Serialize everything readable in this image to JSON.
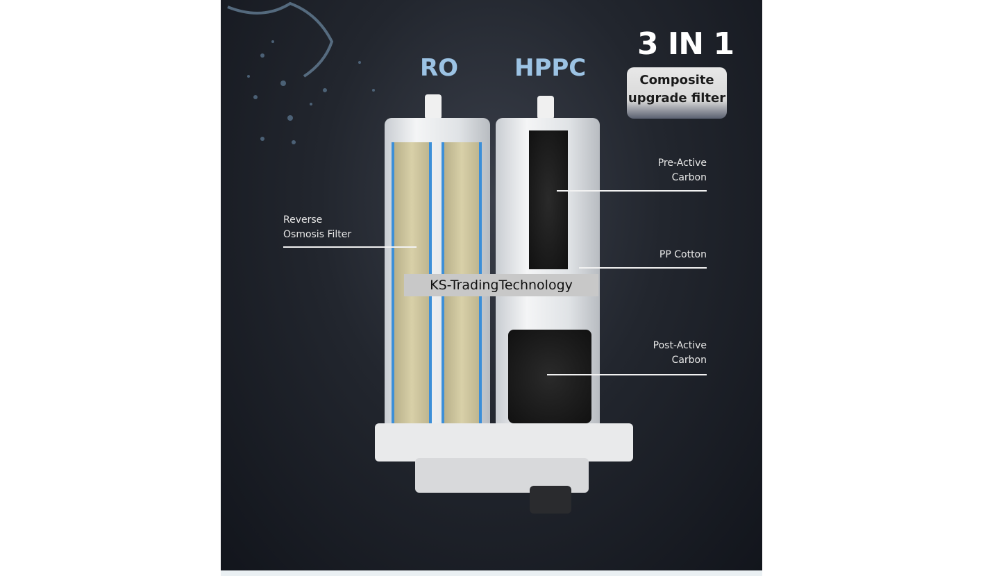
{
  "headings": {
    "ro": "RO",
    "hppc": "HPPC",
    "three_in_one": "3 IN 1",
    "badge_line1": "Composite",
    "badge_line2": "upgrade filter"
  },
  "labels": {
    "ro_line1": "Reverse",
    "ro_line2": "Osmosis Filter",
    "pre_line1": "Pre-Active",
    "pre_line2": "Carbon",
    "pp": "PP Cotton",
    "post_line1": "Post-Active",
    "post_line2": "Carbon"
  },
  "watermark": "KS-TradingTechnology",
  "colors": {
    "heading_blue": "#9cc3e4",
    "background": "#1b1f26"
  }
}
